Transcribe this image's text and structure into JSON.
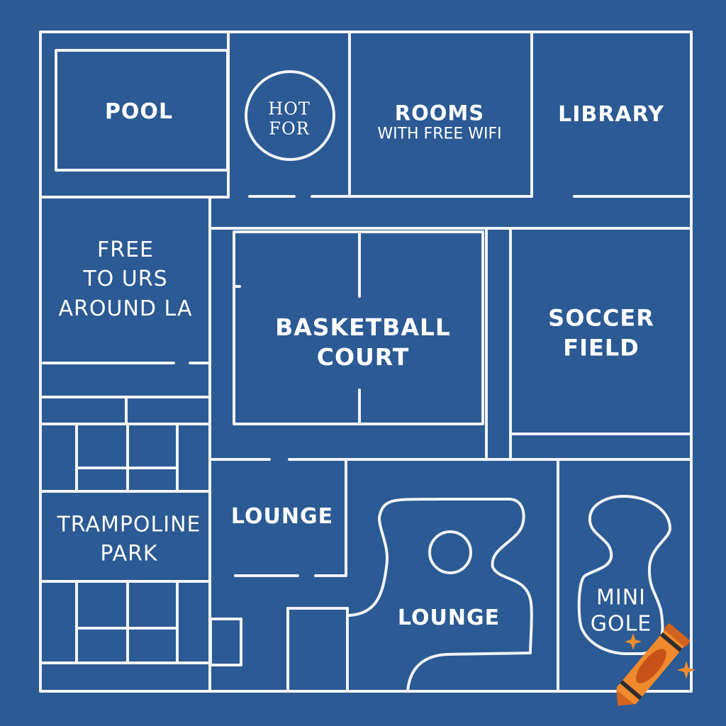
{
  "title": "Blueprint Floor Plan",
  "colors": {
    "background": "#2b5a94",
    "line": "#f2f4f7",
    "crayon_body": "#f08a2c",
    "crayon_dark": "#c7531a",
    "crayon_band": "#2d2d2d",
    "sparkle": "#f08a2c"
  },
  "rooms": {
    "pool": {
      "label": "POOL"
    },
    "hot_tub": {
      "line1": "HOT",
      "line2": "FOR"
    },
    "rooms_wifi": {
      "line1": "ROOMS",
      "line2": "WITH FREE WIFI"
    },
    "library": {
      "label": "LIBRARY"
    },
    "tours": {
      "line1": "FREE",
      "line2": "TO URS",
      "line3": "AROUND LA"
    },
    "basketball": {
      "line1": "BASKETBALL",
      "line2": "COURT"
    },
    "soccer": {
      "line1": "SOCCER",
      "line2": "FIELD"
    },
    "trampoline": {
      "line1": "TRAMPOLINE",
      "line2": "PARK"
    },
    "lounge_small": {
      "label": "LOUNGE"
    },
    "lounge_large": {
      "label": "LOUNGE"
    },
    "mini_golf": {
      "line1": "MINI",
      "line2": "GOLE"
    }
  },
  "decorations": {
    "crayon": "crayon-icon",
    "sparkles": "sparkle-icon"
  }
}
